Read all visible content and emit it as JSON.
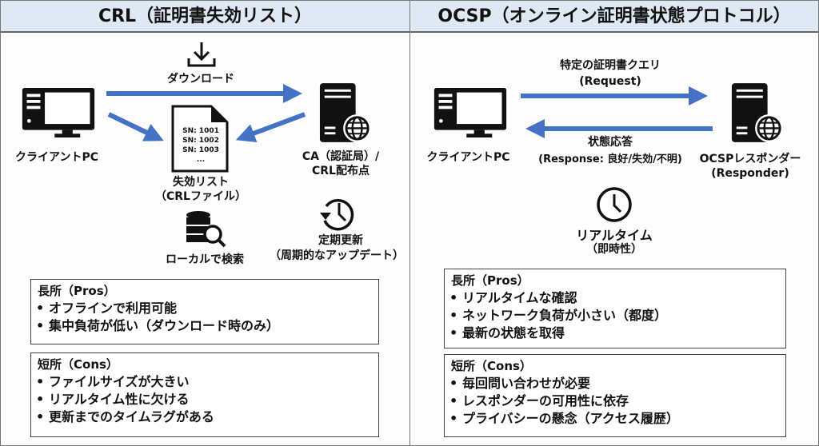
{
  "colors": {
    "arrow": "#4472c4",
    "header_bg": "#dfe9f4"
  },
  "crl": {
    "title": "CRL（証明書失効リスト）",
    "download": "ダウンロード",
    "client": "クライアントPC",
    "ca_line1": "CA（認証局）/",
    "ca_line2": "CRL配布点",
    "file_entries": [
      "SN: 1001",
      "SN: 1002",
      "SN: 1003",
      "..."
    ],
    "file_line1": "失効リスト",
    "file_line2": "（CRLファイル）",
    "local_search": "ローカルで検索",
    "update_line1": "定期更新",
    "update_line2": "（周期的なアップデート）",
    "pros_title": "長所（Pros）",
    "pros": [
      "オフラインで利用可能",
      "集中負荷が低い（ダウンロード時のみ）"
    ],
    "cons_title": "短所（Cons）",
    "cons": [
      "ファイルサイズが大きい",
      "リアルタイム性に欠ける",
      "更新までのタイムラグがある"
    ]
  },
  "ocsp": {
    "title": "OCSP（オンライン証明書状態プロトコル）",
    "request_line1": "特定の証明書クエリ",
    "request_line2": "(Request)",
    "response_line1": "状態応答",
    "response_line2": "(Response: 良好/失効/不明)",
    "client": "クライアントPC",
    "responder_line1": "OCSPレスポンダー",
    "responder_line2": "(Responder)",
    "realtime_line1": "リアルタイム",
    "realtime_line2": "（即時性）",
    "pros_title": "長所（Pros）",
    "pros": [
      "リアルタイムな確認",
      "ネットワーク負荷が小さい（都度）",
      "最新の状態を取得"
    ],
    "cons_title": "短所（Cons）",
    "cons": [
      "毎回問い合わせが必要",
      "レスポンダーの可用性に依存",
      "プライバシーの懸念（アクセス履歴）"
    ]
  }
}
